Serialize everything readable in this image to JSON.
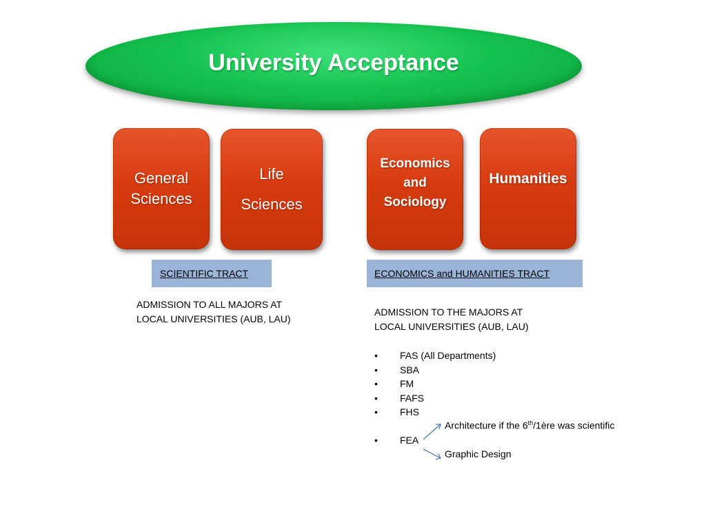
{
  "title": "University Acceptance",
  "boxes": {
    "general_sciences": [
      "General",
      "Sciences"
    ],
    "life_sciences": [
      "Life",
      "Sciences"
    ],
    "economics_sociology": [
      "Economics",
      "and",
      "Sociology"
    ],
    "humanities": "Humanities"
  },
  "scientific": {
    "tract_label": "SCIENTIFIC TRACT",
    "admission": [
      "ADMISSION TO ALL MAJORS AT",
      "LOCAL UNIVERSITIES (AUB, LAU)"
    ]
  },
  "economics": {
    "tract_label": "ECONOMICS and HUMANITIES TRACT",
    "admission": [
      "ADMISSION TO THE MAJORS AT",
      "LOCAL UNIVERSITIES (AUB, LAU)"
    ],
    "bullet_char": "•",
    "majors": [
      "FAS (All Departments)",
      "SBA",
      "FM",
      "FAFS",
      "FHS",
      "FEA"
    ],
    "fea_options": {
      "architecture_prefix": "Architecture if the 6",
      "architecture_sup": "th",
      "architecture_suffix": "/1ère was scientific",
      "graphic_design": "Graphic Design"
    }
  },
  "colors": {
    "oval_green": "#14c24e",
    "box_orange": "#d73c10",
    "tract_blue": "#9ab4d8",
    "arrow_blue": "#4a7ebb"
  }
}
